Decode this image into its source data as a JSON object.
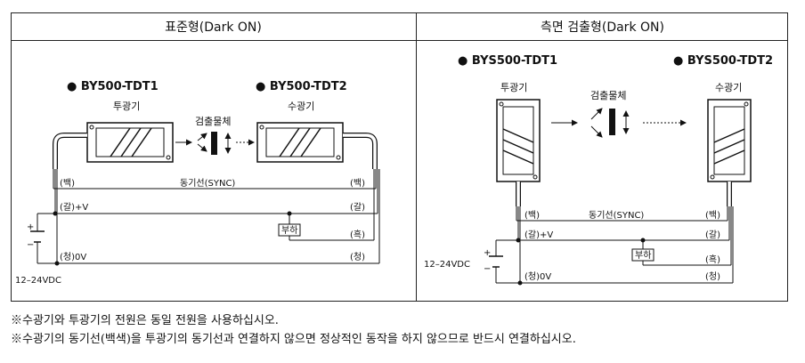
{
  "headers": {
    "left": "표준형(Dark ON)",
    "right": "측면 검출형(Dark ON)"
  },
  "standard": {
    "emitter_model": "● BY500-TDT1",
    "receiver_model": "● BY500-TDT2",
    "emitter_label": "투광기",
    "receiver_label": "수광기",
    "target_label": "검출물체",
    "wire_white_left": "(백)",
    "wire_white_right": "(백)",
    "sync_label": "동기선(SYNC)",
    "wire_brown_left": "(갈)+V",
    "wire_brown_right": "(갈)",
    "load_label": "부하",
    "wire_black_right": "(흑)",
    "wire_blue_left": "(청)0V",
    "wire_blue_right": "(청)",
    "supply_label": "12–24VDC",
    "plus": "+",
    "minus": "−"
  },
  "side": {
    "emitter_model": "● BYS500-TDT1",
    "receiver_model": "● BYS500-TDT2",
    "emitter_label": "투광기",
    "receiver_label": "수광기",
    "target_label": "검출물체",
    "wire_white_left": "(백)",
    "wire_white_right": "(백)",
    "sync_label": "동기선(SYNC)",
    "wire_brown_left": "(갈)+V",
    "wire_brown_right": "(갈)",
    "load_label": "부하",
    "wire_black_right": "(흑)",
    "wire_blue_left": "(청)0V",
    "wire_blue_right": "(청)",
    "supply_label": "12–24VDC",
    "plus": "+",
    "minus": "−"
  },
  "notes": {
    "note1": "※수광기와 투광기의 전원은 동일 전원을 사용하십시오.",
    "note2": "※수광기의 동기선(백색)을 투광기의 동기선과 연결하지 않으면 정상적인 동작을 하지 않으므로 반드시 연결하십시오."
  }
}
